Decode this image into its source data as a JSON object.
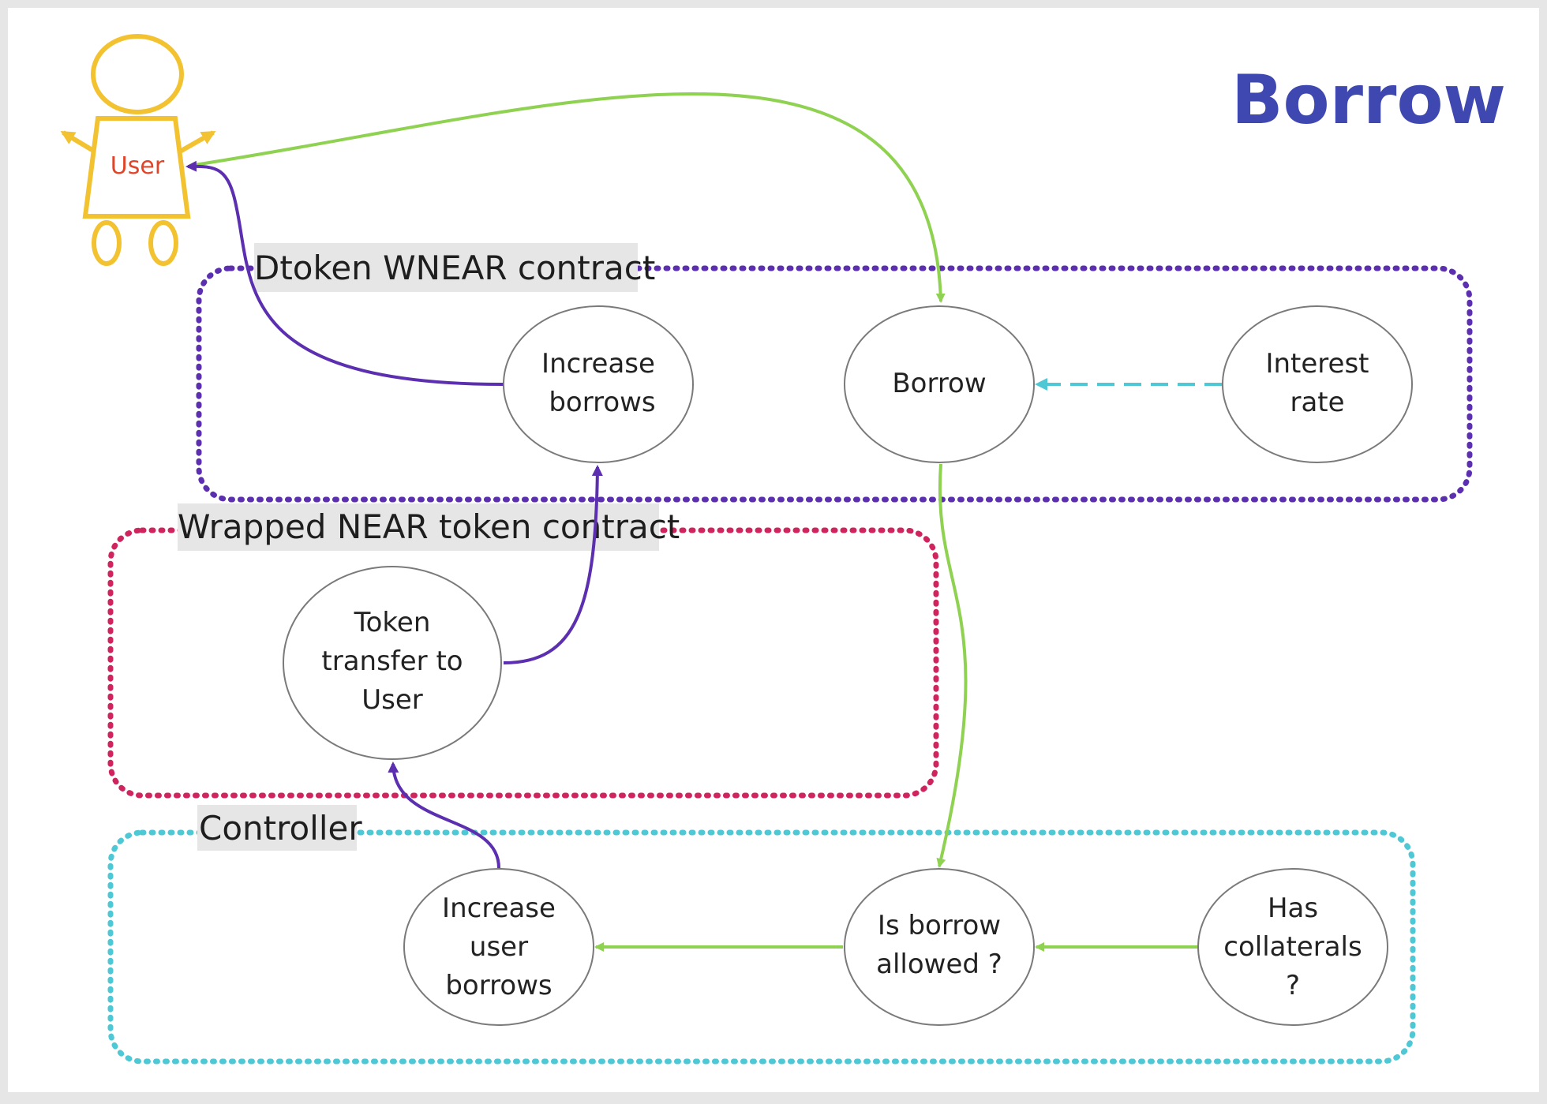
{
  "title": "Borrow",
  "actor": {
    "label": "User"
  },
  "groups": {
    "dtoken": {
      "label": "Dtoken WNEAR contract"
    },
    "wrapped": {
      "label": "Wrapped NEAR token contract"
    },
    "controller": {
      "label": "Controller"
    }
  },
  "nodes": {
    "increase_borrows": {
      "lines": [
        "Increase",
        "borrows"
      ]
    },
    "borrow": {
      "lines": [
        "Borrow"
      ]
    },
    "interest_rate": {
      "lines": [
        "Interest",
        "rate"
      ]
    },
    "token_transfer": {
      "lines": [
        "Token",
        "transfer to",
        "User"
      ]
    },
    "increase_user_borrows": {
      "lines": [
        "Increase",
        "user",
        "borrows"
      ]
    },
    "is_borrow_allowed": {
      "lines": [
        "Is borrow",
        "allowed ?"
      ]
    },
    "has_collaterals": {
      "lines": [
        "Has",
        "collaterals",
        "?"
      ]
    }
  },
  "colors": {
    "title": "#3f48b0",
    "actor": "#f2c230",
    "actor_label": "#e0452a",
    "dtoken_border": "#5b2fb0",
    "wrapped_border": "#d0245e",
    "controller_border": "#4fc8d6",
    "green_arrow": "#8fd150",
    "purple_arrow": "#5b2fb0",
    "cyan_arrow": "#4fc8d6",
    "node_stroke": "#7a7a7a",
    "label_bg": "#e6e6e6"
  }
}
